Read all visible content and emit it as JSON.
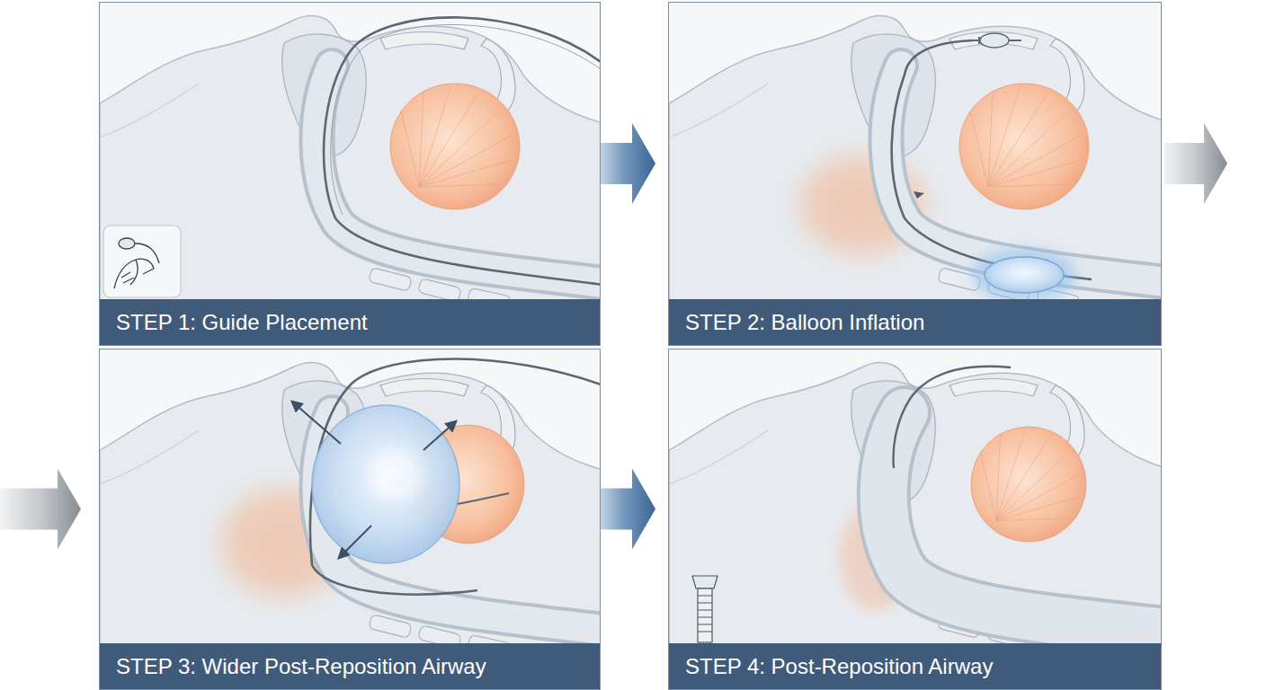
{
  "diagram": {
    "nodes": [
      {
        "text": [
          "STEP 1: Guide Placement"
        ]
      },
      {
        "text": [
          "STEP 2: Balloon Inflation"
        ]
      },
      {
        "text": [
          "STEP 3: Wider Post-Reposition Airway"
        ]
      },
      {
        "text": [
          "STEP 4: Post-Reposition Airway"
        ]
      }
    ],
    "edges": [
      {
        "from": 0,
        "to": 1,
        "arrow": "to"
      },
      {
        "from": 1,
        "to": 2,
        "arrow": "to"
      },
      {
        "from": 2,
        "to": 3,
        "arrow": "to"
      }
    ]
  }
}
